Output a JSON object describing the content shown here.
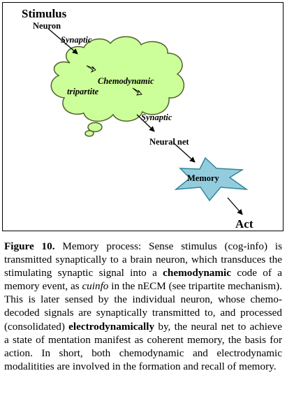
{
  "diagram": {
    "stimulus_label": "Stimulus",
    "neuron_label": "Neuron",
    "synaptic_label_top": "Synaptic",
    "chemodynamic_label": "Chemodynamic",
    "tripartite_label": "tripartite",
    "synaptic_label_mid": "Synaptic",
    "neural_net_label": "Neural net",
    "memory_label": "Memory",
    "act_label": "Act",
    "colors": {
      "cloud_fill": "#ccff99",
      "cloud_stroke": "#4f6228",
      "star_fill": "#93cddd",
      "star_stroke": "#31859c",
      "arrow": "#000000"
    }
  },
  "caption": {
    "figure_label": "Figure 10.",
    "text_1": " Memory process: Sense stimulus (cog-info) is transmitted synaptically to a brain neuron, which transduces the stimulating synaptic signal into a ",
    "bold_1": "chemodynamic",
    "text_2": " code of a memory event, as ",
    "italic_1": "cuinfo",
    "text_3": " in the nECM (see tripartite mechanism). This is later sensed by the individual neuron, whose chemo-decoded signals are synaptically transmitted to, and processed (consolidated) ",
    "bold_2": "electrodynamically",
    "text_4": " by, the neural net to achieve a state of mentation manifest as coherent memory, the basis for action. In short, both chemodynamic and electrodynamic modalitities are involved in the formation and recall of memory."
  }
}
